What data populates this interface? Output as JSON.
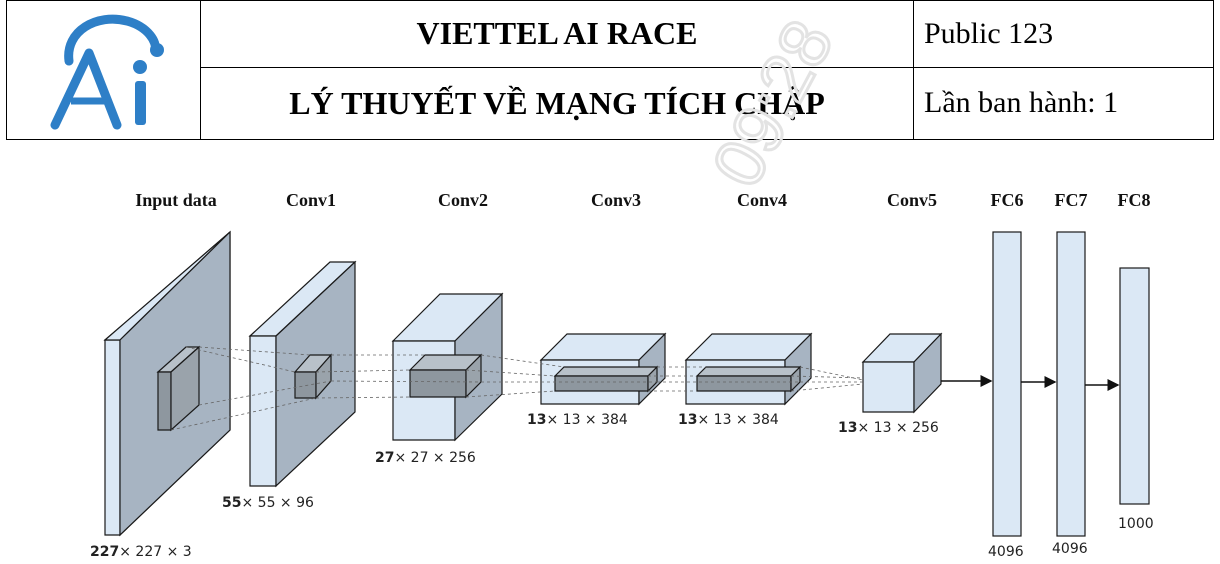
{
  "header": {
    "title_top": "VIETTEL AI RACE",
    "title_bottom": "LÝ THUYẾT VỀ MẠNG TÍCH CHẬP",
    "doc_code": "Public 123",
    "issue": "Lần ban hành: 1",
    "logo_text": "Ai",
    "watermark": "09:28"
  },
  "diagram": {
    "layers": [
      {
        "label": "Input data",
        "dims_bold": "227",
        "dims_rest": "× 227 × 3"
      },
      {
        "label": "Conv1",
        "dims_bold": "55",
        "dims_rest": "× 55 × 96"
      },
      {
        "label": "Conv2",
        "dims_bold": "27",
        "dims_rest": "× 27 × 256"
      },
      {
        "label": "Conv3",
        "dims_bold": "13",
        "dims_rest": "× 13 × 384"
      },
      {
        "label": "Conv4",
        "dims_bold": "13",
        "dims_rest": "× 13 × 384"
      },
      {
        "label": "Conv5",
        "dims_bold": "13",
        "dims_rest": "× 13 × 256"
      },
      {
        "label": "FC6",
        "size": "4096"
      },
      {
        "label": "FC7",
        "size": "4096"
      },
      {
        "label": "FC8",
        "size": "1000"
      }
    ],
    "colors": {
      "fill": "#dbe8f5",
      "side": "#8a98a8",
      "inner": "#9aa3ab",
      "stroke": "#1a1a1a"
    }
  }
}
